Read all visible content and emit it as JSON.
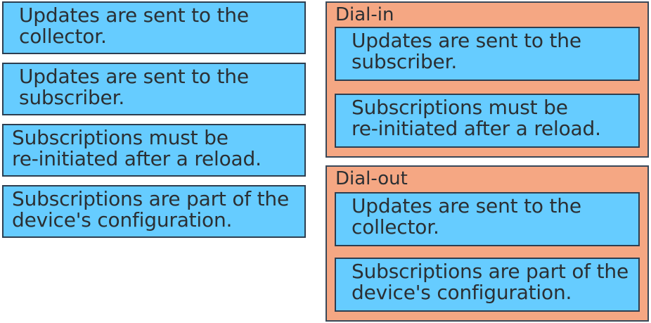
{
  "source_items": [
    {
      "lines": [
        "Updates are sent to the",
        "collector."
      ]
    },
    {
      "lines": [
        "Updates are sent to the",
        "subscriber."
      ]
    },
    {
      "lines": [
        "Subscriptions must be",
        "re-initiated after a reload."
      ]
    },
    {
      "lines": [
        "Subscriptions are part of the",
        "device's configuration."
      ]
    }
  ],
  "targets": [
    {
      "title": "Dial-in",
      "answers": [
        {
          "lines": [
            "Updates are sent to the",
            "subscriber."
          ]
        },
        {
          "lines": [
            "Subscriptions must be",
            "re-initiated after a reload."
          ]
        }
      ]
    },
    {
      "title": "Dial-out",
      "answers": [
        {
          "lines": [
            "Updates are sent to the",
            "collector."
          ]
        },
        {
          "lines": [
            "Subscriptions are part of the",
            "device's configuration."
          ]
        }
      ]
    }
  ],
  "colors": {
    "item_fill": "#66ccff",
    "zone_fill": "#f5a783",
    "border": "#2d3e50"
  }
}
